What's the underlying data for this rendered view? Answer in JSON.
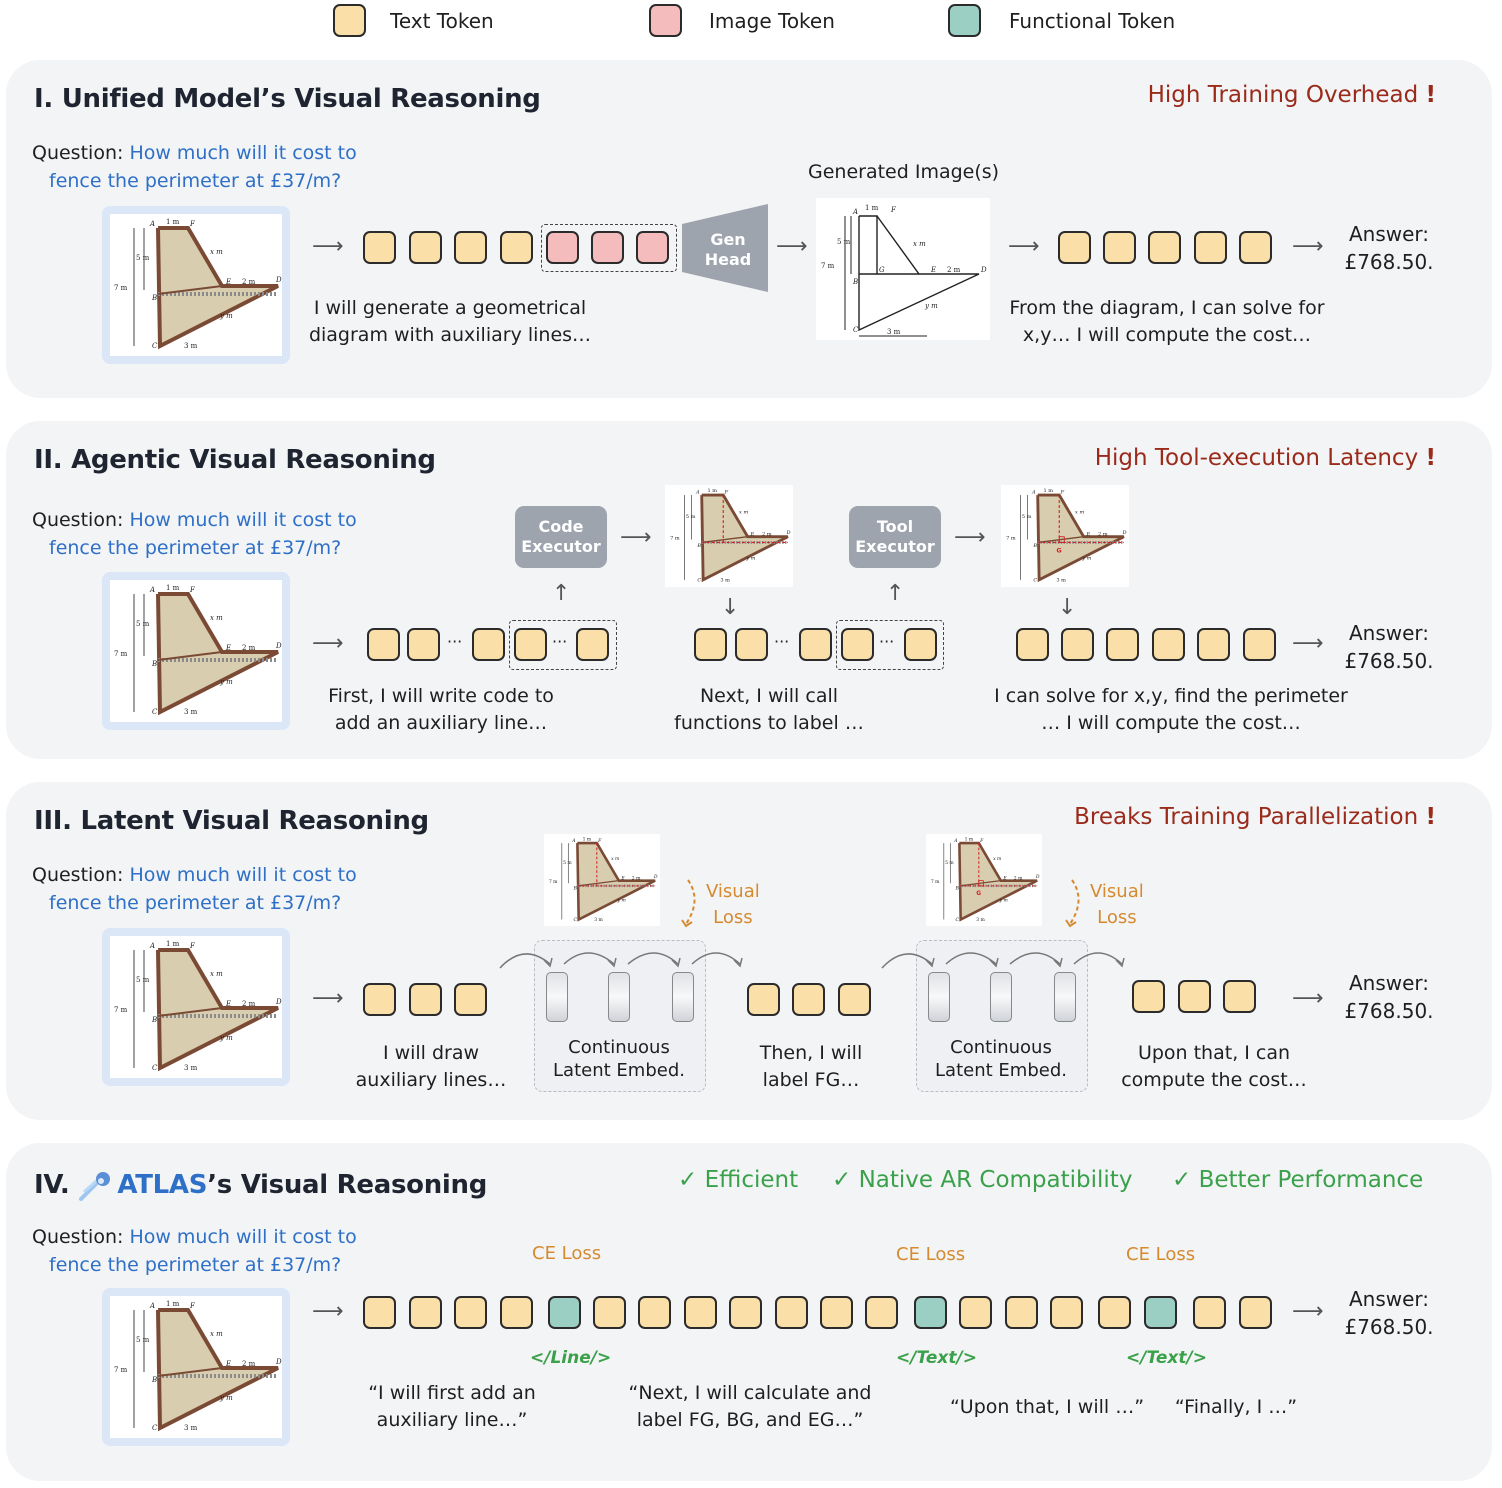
{
  "legend": {
    "text_token": "Text Token",
    "image_token": "Image Token",
    "functional_token": "Functional Token"
  },
  "colors": {
    "text_token": "#fbdfa8",
    "image_token": "#f4bcbc",
    "functional_token": "#9ccfc4",
    "warning": "#9a2a1a",
    "question_blue": "#2e6fc7",
    "loss_orange": "#d68a2e",
    "check_green": "#3aa14a"
  },
  "question": {
    "label": "Question:",
    "line1": "How much will it cost to",
    "line2": "fence the perimeter at £37/m?"
  },
  "answer": {
    "line1": "Answer:",
    "line2": "£768.50."
  },
  "diagram_labels": {
    "a": "A",
    "b": "B",
    "c": "C",
    "d": "D",
    "e": "E",
    "f": "F",
    "g": "G",
    "one_m": "1 m",
    "five_m": "5 m",
    "seven_m": "7 m",
    "two_m": "2 m",
    "three_m": "3 m",
    "x_m": "x m",
    "y_m": "y m"
  },
  "panel1": {
    "title": "I. Unified Model’s Visual Reasoning",
    "warning": "High Training Overhead",
    "warning_mark": "!",
    "gen_head": [
      "Gen",
      "Head"
    ],
    "generated_label": "Generated Image(s)",
    "cap1": [
      "I will generate a geometrical",
      "diagram with auxiliary lines…"
    ],
    "cap2": [
      "From the diagram, I can solve for",
      "x,y… I will compute the cost…"
    ]
  },
  "panel2": {
    "title": "II. Agentic Visual Reasoning",
    "warning": "High Tool-execution Latency",
    "warning_mark": "!",
    "exec1": [
      "Code",
      "Executor"
    ],
    "exec2": [
      "Tool",
      "Executor"
    ],
    "ellipsis": "···",
    "cap1": [
      "First, I will write code to",
      "add an auxiliary line…"
    ],
    "cap2": [
      "Next, I will call",
      "functions to label …"
    ],
    "cap3": [
      "I can solve for x,y, find the perimeter",
      "… I will compute the cost…"
    ]
  },
  "panel3": {
    "title": "III. Latent Visual Reasoning",
    "warning": "Breaks Training Parallelization",
    "warning_mark": "!",
    "visual_loss": [
      "Visual",
      "Loss"
    ],
    "latent": [
      "Continuous",
      "Latent Embed."
    ],
    "cap1": [
      "I will draw",
      "auxiliary lines…"
    ],
    "cap2": [
      "Then, I will",
      "label FG…"
    ],
    "cap3": [
      "Upon that, I can",
      "compute the cost…"
    ]
  },
  "panel4": {
    "title_prefix": "IV.",
    "title_name": "ATLAS",
    "title_suffix": "’s Visual Reasoning",
    "checks": [
      "✓ Efficient",
      "✓ Native AR Compatibility",
      "✓ Better Performance"
    ],
    "ce_loss": "CE Loss",
    "func_tags": [
      "</Line/>",
      "</Text/>",
      "</Text/>"
    ],
    "cap1": [
      "“I will first add an",
      "auxiliary line…”"
    ],
    "cap2": [
      "“Next, I will calculate and",
      "label FG, BG, and EG…”"
    ],
    "cap3": "“Upon that, I will …”",
    "cap4": "“Finally, I …”"
  }
}
